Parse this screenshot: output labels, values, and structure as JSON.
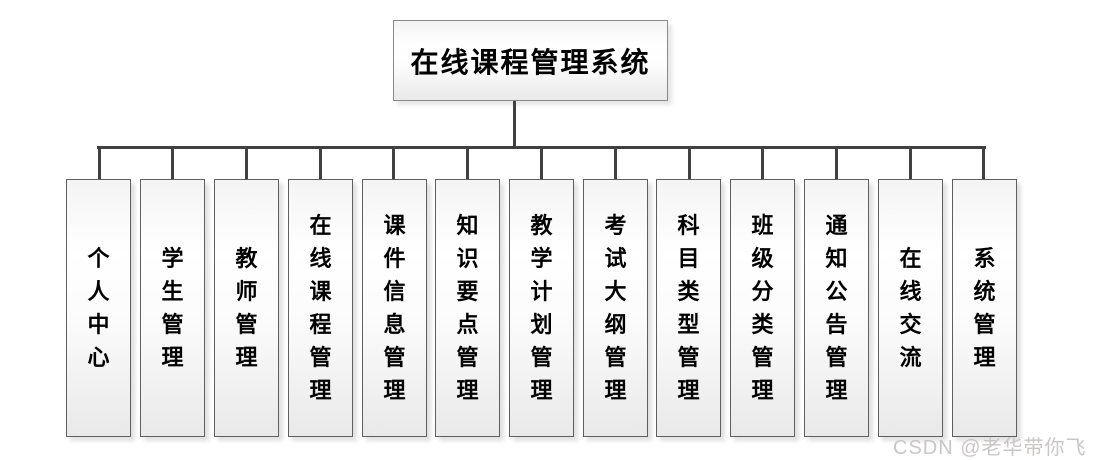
{
  "diagram": {
    "type": "org-chart",
    "title": "在线课程管理系统",
    "children": [
      {
        "label": "个人中心"
      },
      {
        "label": "学生管理"
      },
      {
        "label": "教师管理"
      },
      {
        "label": "在线课程管理"
      },
      {
        "label": "课件信息管理"
      },
      {
        "label": "知识要点管理"
      },
      {
        "label": "教学计划管理"
      },
      {
        "label": "考试大纲管理"
      },
      {
        "label": "科目类型管理"
      },
      {
        "label": "班级分类管理"
      },
      {
        "label": "通知公告管理"
      },
      {
        "label": "在线交流"
      },
      {
        "label": "系统管理"
      }
    ],
    "watermark": "CSDN @老华带你飞",
    "colors": {
      "connector_line": "#404040",
      "node_border": "#5f5f5f",
      "root_border": "#8a8a8a",
      "node_fill_top": "#f4f4f4",
      "node_fill_bottom": "#e9e9e9",
      "text": "#000000",
      "watermark_text": "#c9c6c6",
      "background": "#ffffff"
    }
  }
}
